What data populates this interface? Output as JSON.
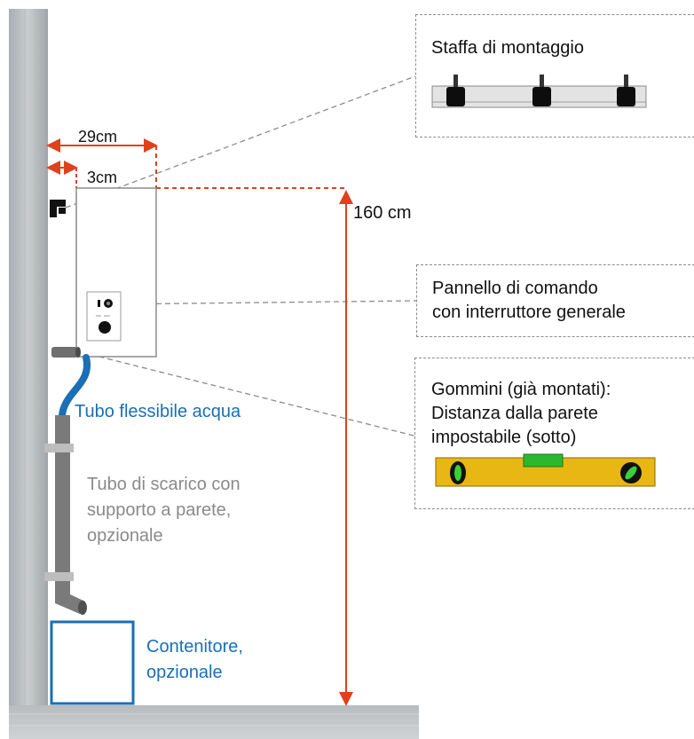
{
  "dimensions": {
    "width_total": "29cm",
    "wall_gap": "3cm",
    "height": "160 cm"
  },
  "callouts": {
    "mounting_bracket": "Staffa di montaggio",
    "control_panel_line1": "Pannello di comando",
    "control_panel_line2": "con interruttore generale",
    "bumpers_line1": "Gommini (già montati):",
    "bumpers_line2": "Distanza dalla parete",
    "bumpers_line3": "impostabile (sotto)"
  },
  "labels": {
    "water_hose": "Tubo flessibile acqua",
    "drain_line1": "Tubo di scarico con",
    "drain_line2": "supporto a parete,",
    "drain_line3": "opzionale",
    "container_line1": "Contenitore,",
    "container_line2": "opzionale"
  },
  "colors": {
    "dimension_red": "#e0401e",
    "hose_blue": "#1a6fb5",
    "level_yellow": "#e8b714",
    "level_green": "#38d13a"
  }
}
